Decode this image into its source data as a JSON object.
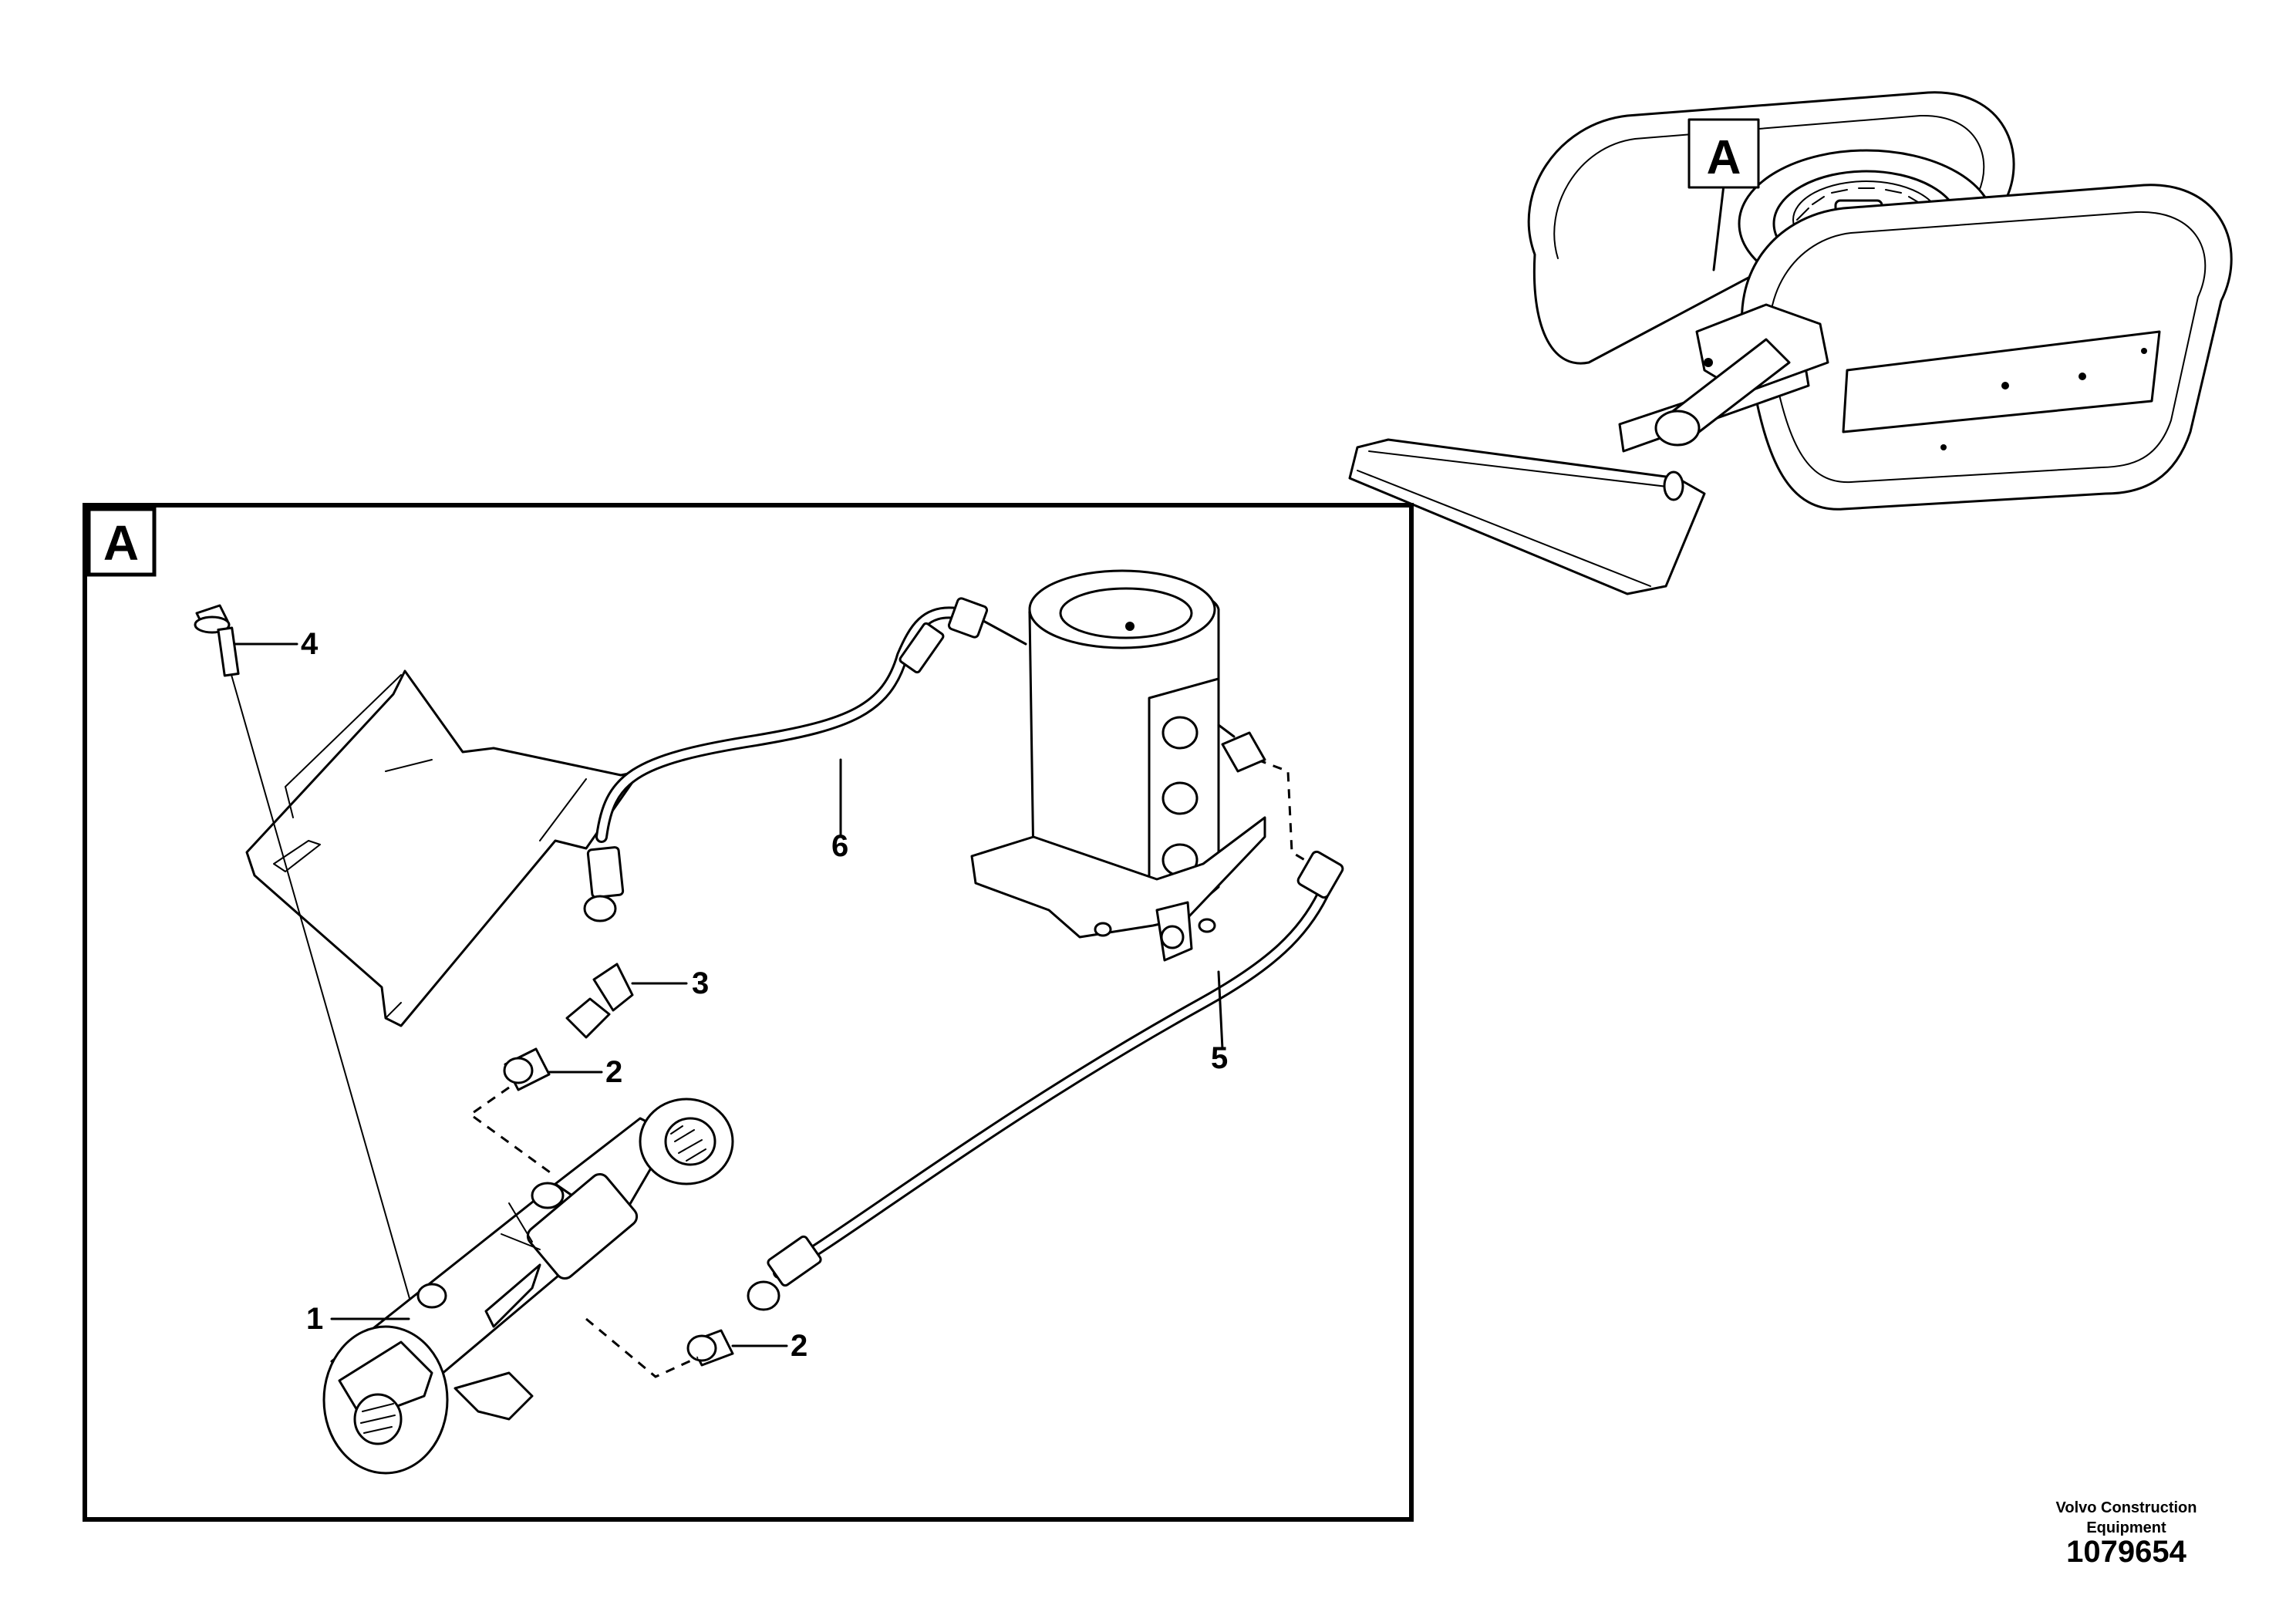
{
  "detail_view": {
    "label": "A",
    "reference_label": "A"
  },
  "callouts": [
    {
      "id": "1",
      "text": "1"
    },
    {
      "id": "2a",
      "text": "2"
    },
    {
      "id": "2b",
      "text": "2"
    },
    {
      "id": "3",
      "text": "3"
    },
    {
      "id": "4",
      "text": "4"
    },
    {
      "id": "5",
      "text": "5"
    },
    {
      "id": "6",
      "text": "6"
    }
  ],
  "credit": {
    "line1": "Volvo Construction",
    "line2": "Equipment",
    "drawing_number": "1079654"
  }
}
